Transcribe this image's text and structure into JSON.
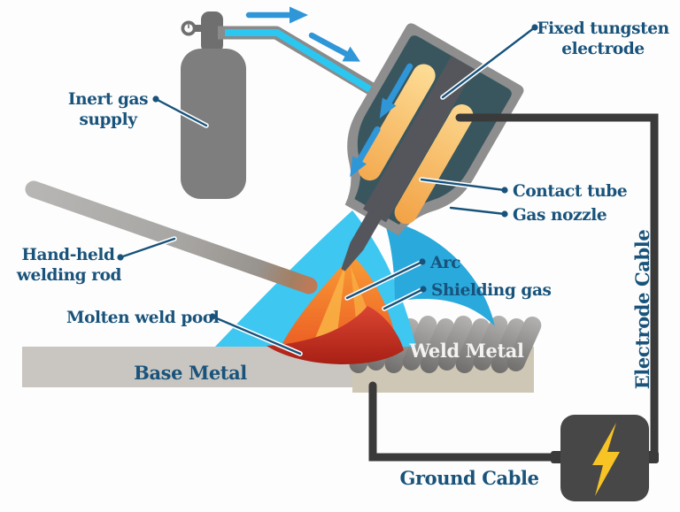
{
  "diagram": {
    "labels": {
      "inert_gas": [
        "Inert gas",
        "supply"
      ],
      "fixed_tungsten": [
        "Fixed tungsten",
        "electrode"
      ],
      "contact_tube": "Contact tube",
      "gas_nozzle": "Gas nozzle",
      "arc": "Arc",
      "shielding_gas": "Shielding gas",
      "hand_held": [
        "Hand-held",
        "welding rod"
      ],
      "molten_weld_pool": "Molten weld pool",
      "base_metal": "Base Metal",
      "weld_metal": "Weld Metal",
      "electrode_cable": "Electrode Cable",
      "ground_cable": "Ground Cable"
    },
    "icons": {
      "lightning_bolt": "power-source-lightning",
      "pressure_gauge": "cylinder-pressure-gauge",
      "flow_arrows": "gas-flow-direction-arrows"
    },
    "colors": {
      "label_text": "#19537b",
      "leader_line": "#19537b",
      "arrow_blue": "#2f96d8",
      "hose_cyan": "#2bc7f1",
      "shielding_cyan_light": "#3dc7f1",
      "shielding_cyan_dark": "#2aa9dc",
      "arc_orange": "#f08228",
      "arc_streak": "#f9b445",
      "molten_red": "#c02a1d",
      "torch_teal": "#39565f",
      "torch_shell_gray": "#8e8e8e",
      "contact_tube_orange": "#f4a446",
      "electrode_gray": "#54565c",
      "cylinder_gray": "#7e7e7e",
      "rod_gray": "#a7a5a2",
      "rod_tip_heat": "#bd7a58",
      "base_metal_gray": "#c9c6c1",
      "weld_zone_tan": "#cfc7b6",
      "bead_gray": "#8f8e8c",
      "cable_dark": "#3a3a3a",
      "power_box": "#474747",
      "lightning_yellow": "#f7c325",
      "weld_metal_text": "#f3f2f0"
    }
  }
}
